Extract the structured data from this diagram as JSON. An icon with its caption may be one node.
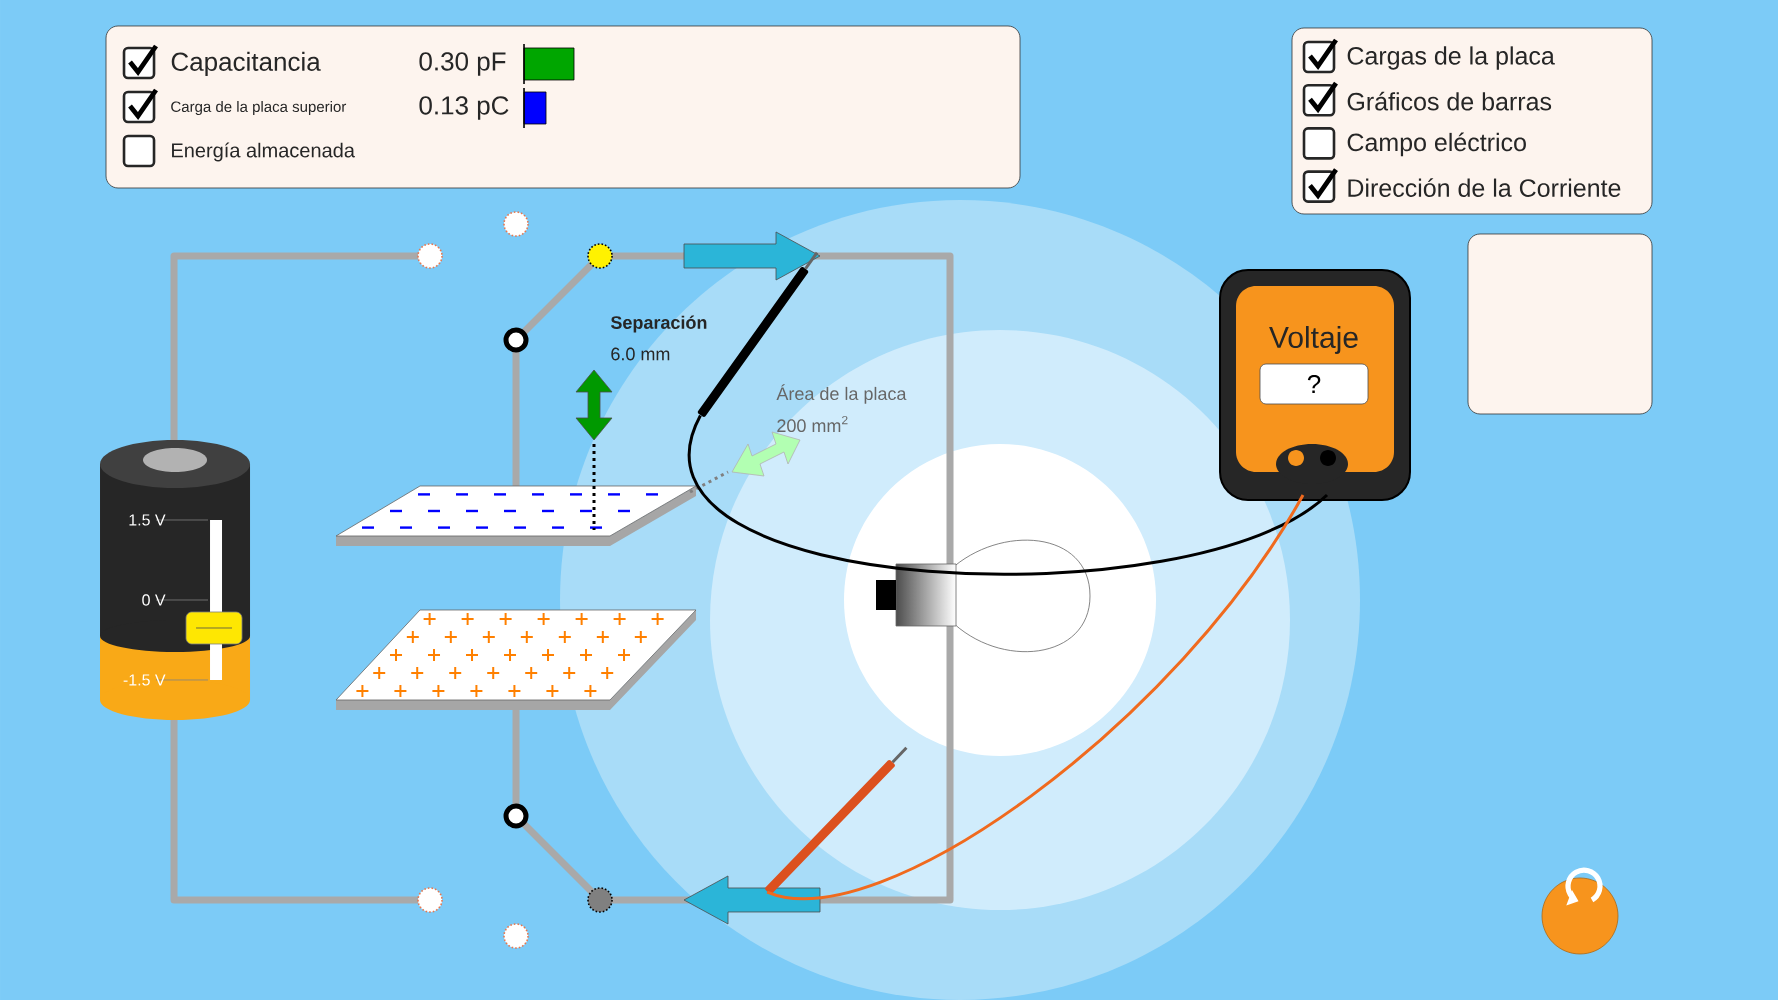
{
  "diagram": {
    "nodes": [
      {
        "text": [
          "Capacitancia",
          "0.30 pF",
          "Carga de la placa superior",
          "0.13 pC",
          "Energía almacenada"
        ]
      },
      {
        "text": [
          "Cargas de la placa",
          "Gráficos de barras",
          "Campo eléctrico",
          "Dirección de la Corriente"
        ]
      },
      {
        "text": [],
        "shape": "box"
      },
      {
        "text": [
          "Voltaje",
          "?"
        ]
      },
      {
        "text": [],
        "shape": "picture"
      },
      {
        "text": [],
        "shape": "picture"
      }
    ],
    "edges": [
      {
        "from": 3,
        "to": 4,
        "arrow": "none",
        "color": "#000000"
      },
      {
        "from": 3,
        "to": 5,
        "arrow": "none",
        "color": "#f06a1e"
      }
    ],
    "labels": [
      "Separación",
      "6.0 mm",
      "Área de la placa",
      "200 mm$^{2}$",
      "1.5 V",
      "0 V",
      "-1.5 V"
    ]
  }
}
